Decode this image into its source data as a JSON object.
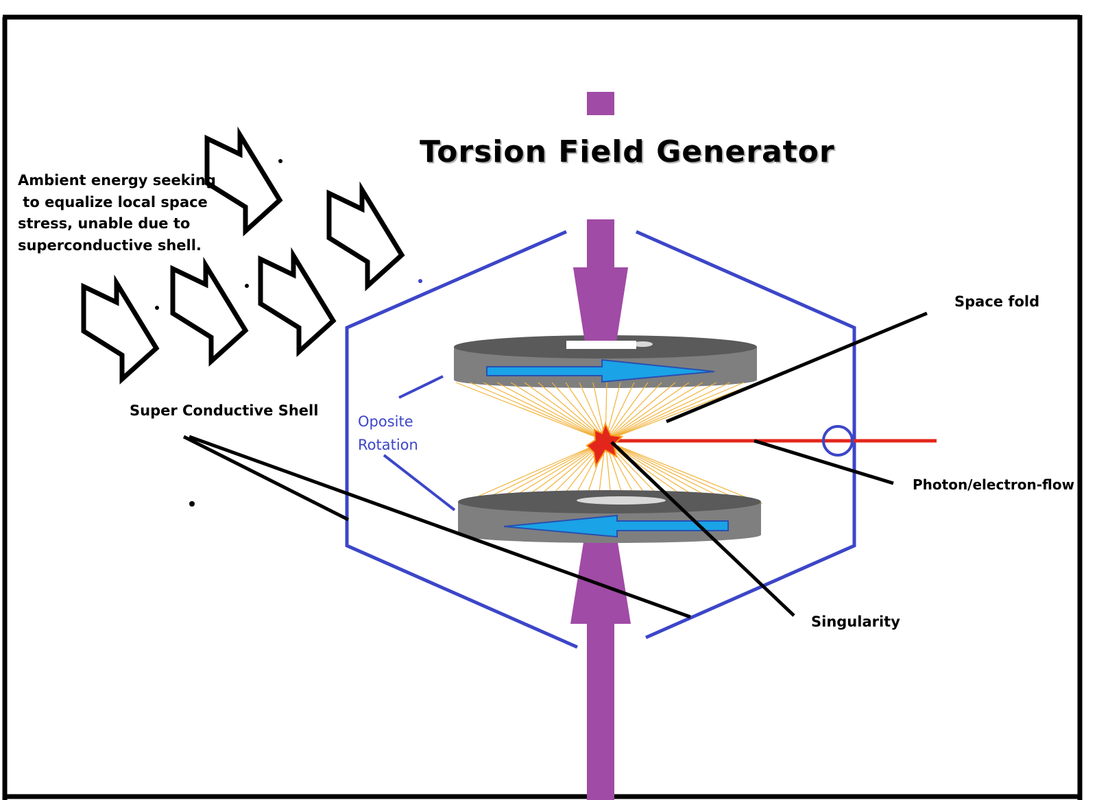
{
  "title": "Torsion Field Generator",
  "labels": {
    "ambient_note": "Ambient energy seeking\n to equalize local space\nstress, unable due to\nsuperconductive shell.",
    "shell": "Super Conductive Shell",
    "rotation": "Oposite\nRotation",
    "space_fold": "Space fold",
    "photon_flow": "Photon/electron-flow",
    "singularity": "Singularity"
  },
  "colors": {
    "frame": "#000000",
    "shell": "#3c46c8",
    "shaft": "#a04ba5",
    "disc": "#7f7f7f",
    "disc_arrow": "#1aa3e6",
    "rays": "#f2b23a",
    "singularity": "#e3261b",
    "emission": "#e3261b"
  },
  "icons": [
    "ambient-energy-arrow-icon",
    "rotation-arrow-icon",
    "singularity-burst-icon"
  ]
}
